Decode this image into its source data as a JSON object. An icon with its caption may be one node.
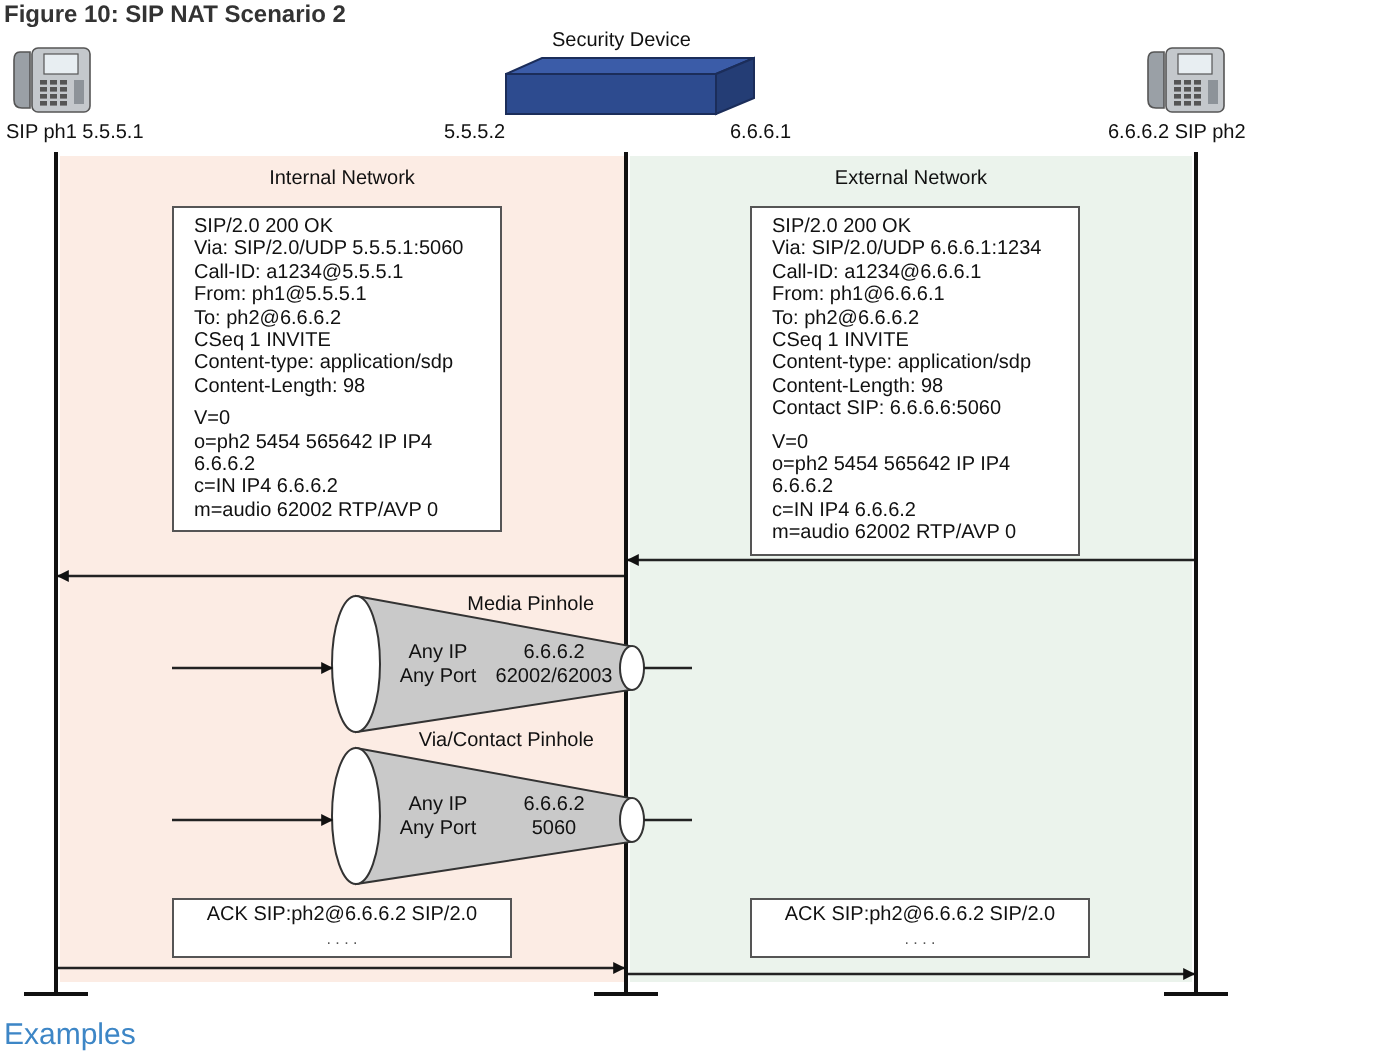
{
  "diagram": {
    "title": "Figure 10: SIP NAT Scenario 2",
    "nodes": [
      {
        "text": [
          "SIP ph1 5.5.5.1"
        ]
      },
      {
        "text": [
          "Security Device"
        ],
        "beside": [
          "5.5.5.2",
          "6.6.6.1"
        ]
      },
      {
        "text": [
          "6.6.6.2 SIP ph2"
        ]
      },
      {
        "text": [],
        "shape": "bar"
      },
      {
        "text": [],
        "shape": "bar"
      },
      {
        "text": [],
        "shape": "bar"
      },
      {
        "text": [
          "Internal Network"
        ]
      },
      {
        "text": [
          "External Network"
        ]
      },
      {
        "text": [
          "SIP/2.0 200 OK",
          "Via: SIP/2.0/UDP 5.5.5.1:5060",
          "Call-ID: a1234@5.5.5.1",
          "From: ph1@5.5.5.1",
          "To: ph2@6.6.6.2",
          "CSeq 1 INVITE",
          "Content-type: application/sdp",
          "Content-Length: 98",
          "V=0",
          "o=ph2 5454 565642 IP IP4 6.6.6.2",
          "c=IN IP4 6.6.6.2",
          "m=audio 62002 RTP/AVP 0"
        ],
        "in": 6
      },
      {
        "text": [
          "SIP/2.0 200 OK",
          "Via: SIP/2.0/UDP 6.6.6.1:1234",
          "Call-ID: a1234@6.6.6.1",
          "From: ph1@6.6.6.1",
          "To: ph2@6.6.6.2",
          "CSeq 1 INVITE",
          "Content-type: application/sdp",
          "Content-Length: 98",
          "Contact SIP: 6.6.6.6:5060",
          "V=0",
          "o=ph2 5454 565642 IP IP4 6.6.6.2",
          "c=IN IP4 6.6.6.2",
          "m=audio 62002 RTP/AVP 0"
        ],
        "in": 7
      },
      {
        "text": [
          "Any IP Any Port",
          "6.6.6.2 62002/62003"
        ],
        "beside": [
          "Media Pinhole"
        ],
        "in": 6
      },
      {
        "text": [
          "Any IP Any Port",
          "6.6.6.2 5060"
        ],
        "beside": [
          "Via/Contact Pinhole"
        ],
        "in": 6
      },
      {
        "text": [
          "ACK SIP:ph2@6.6.6.2 SIP/2.0",
          ". . . ."
        ],
        "in": 6
      },
      {
        "text": [
          "ACK SIP:ph2@6.6.6.2 SIP/2.0",
          ". . . ."
        ],
        "in": 7
      }
    ],
    "edges": [
      {
        "from": 5,
        "to": 4,
        "arrow": "to"
      },
      {
        "from": 4,
        "to": 3,
        "arrow": "to"
      },
      {
        "from": null,
        "to": 10,
        "arrow": "to"
      },
      {
        "from": null,
        "to": 11,
        "arrow": "to"
      },
      {
        "from": 10,
        "to": null,
        "arrow": "none"
      },
      {
        "from": 11,
        "to": null,
        "arrow": "none"
      },
      {
        "from": 3,
        "to": 4,
        "arrow": "to"
      },
      {
        "from": 4,
        "to": 5,
        "arrow": "to"
      }
    ],
    "labels": [
      "Examples"
    ]
  }
}
